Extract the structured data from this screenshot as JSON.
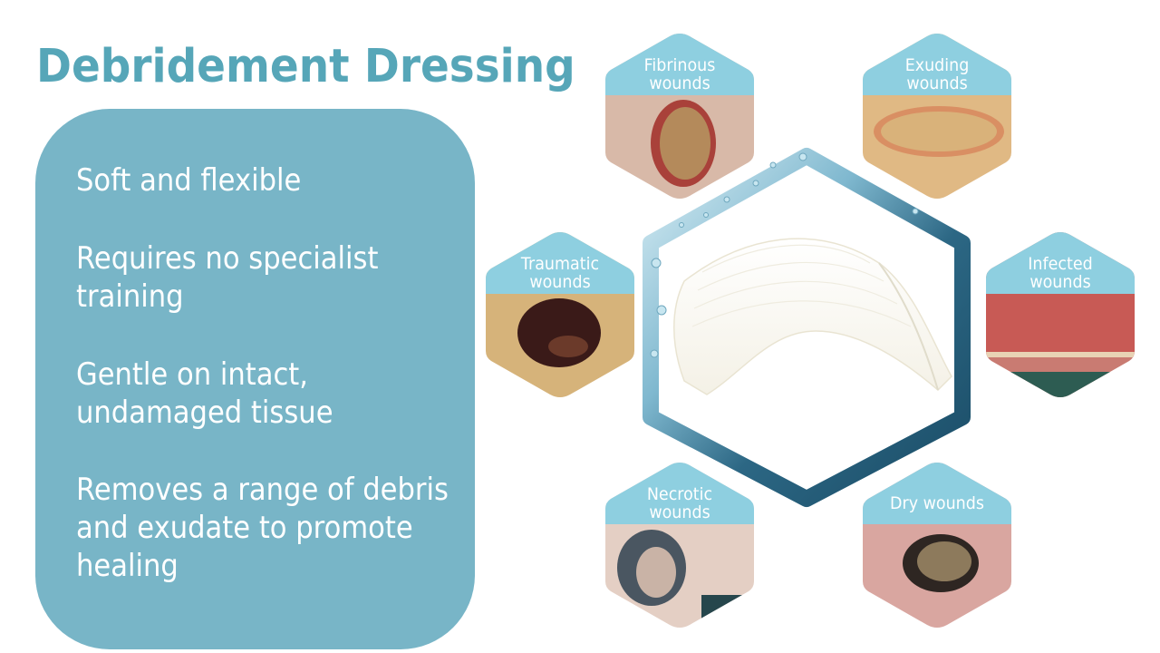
{
  "slide": {
    "title": "Debridement Dressing",
    "features": [
      "Soft and flexible",
      "Requires no specialist training",
      "Gentle on intact, undamaged tissue",
      "Removes a range of debris and exudate to promote healing"
    ],
    "feature_lines": [
      [
        "Soft and flexible"
      ],
      [
        "Requires no specialist",
        "training"
      ],
      [
        "Gentle on intact,",
        "undamaged tissue"
      ],
      [
        "Removes a range of debris",
        "and exudate to promote",
        "healing"
      ]
    ]
  },
  "wound_types": [
    {
      "label_line1": "Fibrinous",
      "label_line2": "wounds",
      "position": "top-left"
    },
    {
      "label_line1": "Exuding",
      "label_line2": "wounds",
      "position": "top-right"
    },
    {
      "label_line1": "Traumatic",
      "label_line2": "wounds",
      "position": "middle-left"
    },
    {
      "label_line1": "Infected",
      "label_line2": "wounds",
      "position": "middle-right"
    },
    {
      "label_line1": "Necrotic",
      "label_line2": "wounds",
      "position": "bottom-left"
    },
    {
      "label_line1": "Dry wounds",
      "label_line2": "",
      "position": "bottom-right"
    }
  ],
  "center_image": {
    "description": "white curved foam dressing inside blue hexagon frame with water droplets"
  },
  "colors": {
    "title": "#56a6b8",
    "feature_box": "#78b5c7",
    "hex_label_bg": "#8ecfe0",
    "frame_dark": "#1f5570",
    "frame_light": "#a9d7e6"
  }
}
